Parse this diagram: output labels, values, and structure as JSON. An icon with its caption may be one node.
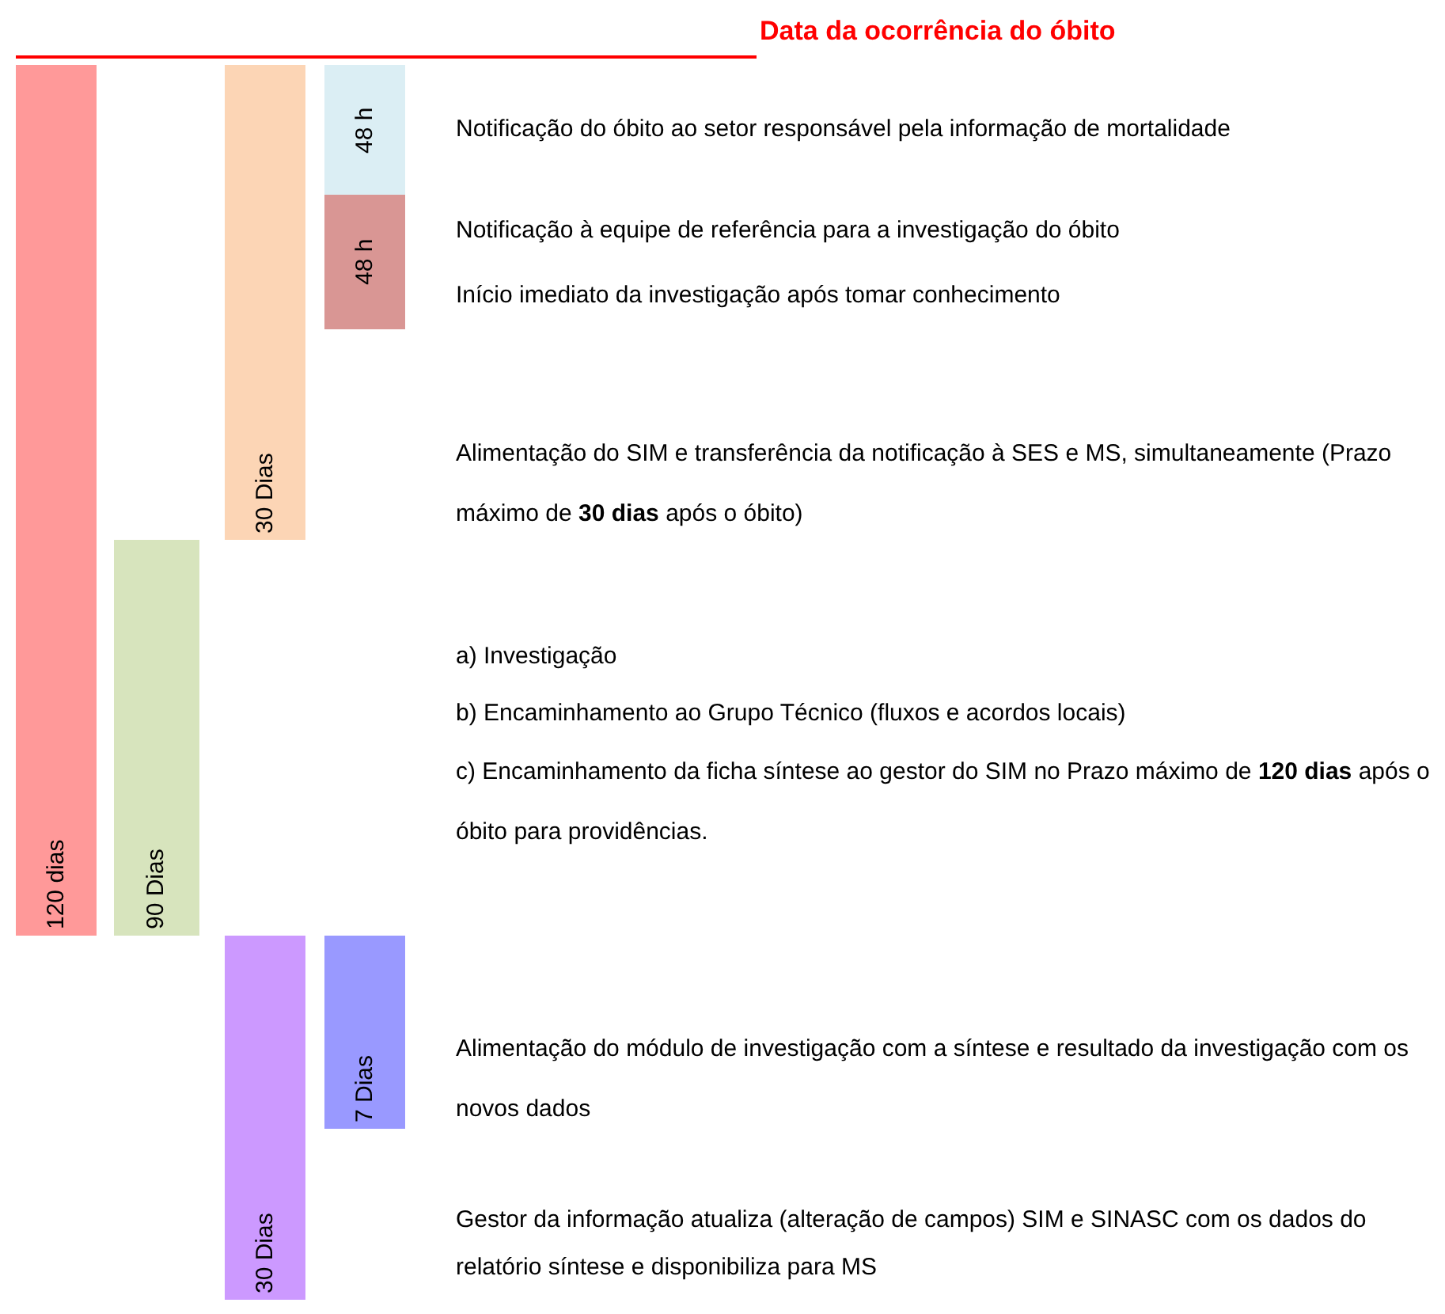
{
  "diagram": {
    "title": "Data da ocorrência do óbito",
    "nodes": [
      {
        "text": [
          "120 dias"
        ]
      },
      {
        "text": [
          "90 Dias"
        ]
      },
      {
        "text": [
          "30 Dias"
        ]
      },
      {
        "text": [
          "48 h"
        ]
      },
      {
        "text": [
          "48 h"
        ]
      },
      {
        "text": [
          "30 Dias"
        ]
      },
      {
        "text": [
          "7 Dias"
        ]
      }
    ],
    "labels": [
      "Notificação do óbito ao setor responsável pela informação de mortalidade",
      "Notificação à equipe de referência para a investigação do óbito",
      "Início imediato da investigação após tomar conhecimento",
      "Alimentação do SIM e transferência da notificação à SES e MS, simultaneamente (Prazo máximo de **30 dias** após o óbito)",
      "a) Investigação",
      "b) Encaminhamento ao Grupo Técnico (fluxos e acordos locais)",
      "c) Encaminhamento da ficha síntese ao gestor do SIM no Prazo máximo de **120 dias** após o óbito para providências.",
      "Alimentação do módulo de investigação com a síntese e resultado da investigação com os novos dados",
      "Gestor da informação atualiza (alteração de campos) SIM e SINASC com os dados do relatório síntese e disponibiliza para MS"
    ]
  }
}
